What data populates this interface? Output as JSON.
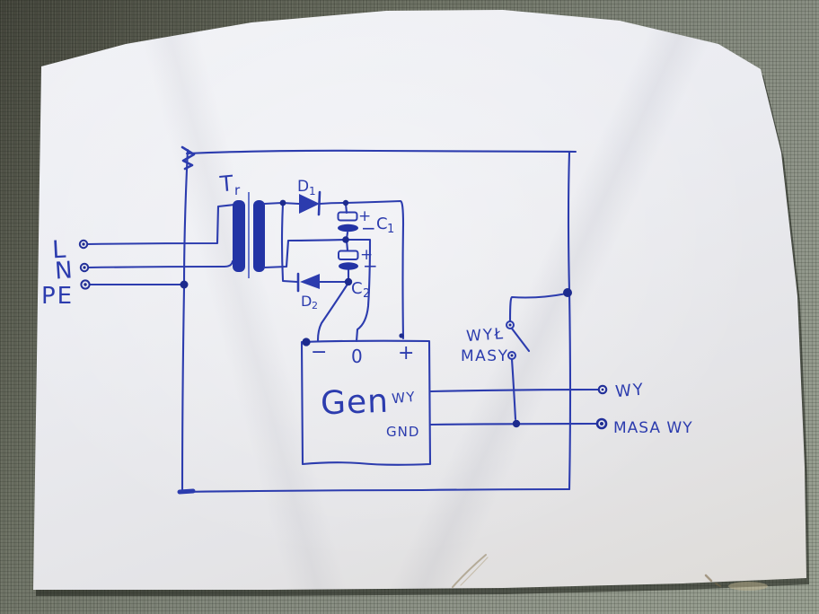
{
  "schematic": {
    "ink_color": "#2c3cae",
    "inputs": {
      "l": "L",
      "n": "N",
      "pe": "PE"
    },
    "transformer": {
      "label": "T",
      "sub": "r"
    },
    "rectifier": {
      "d1": {
        "label": "D",
        "sub": "1"
      },
      "d2": {
        "label": "D",
        "sub": "2"
      }
    },
    "capacitors": {
      "c1": {
        "label": "C",
        "sub": "1",
        "plus": "+",
        "minus": "−"
      },
      "c2": {
        "label": "C",
        "sub": "2",
        "plus": "+",
        "minus": "−"
      }
    },
    "generator": {
      "terminal_minus": "−",
      "terminal_zero": "0",
      "terminal_plus": "+",
      "name": "Gen",
      "output_label": "WY",
      "ground_label": "GND"
    },
    "ground_switch": {
      "label_line1": "WYŁ",
      "label_line2": "MASY"
    },
    "outputs": {
      "output": "WY",
      "ground": "MASA WY"
    }
  }
}
